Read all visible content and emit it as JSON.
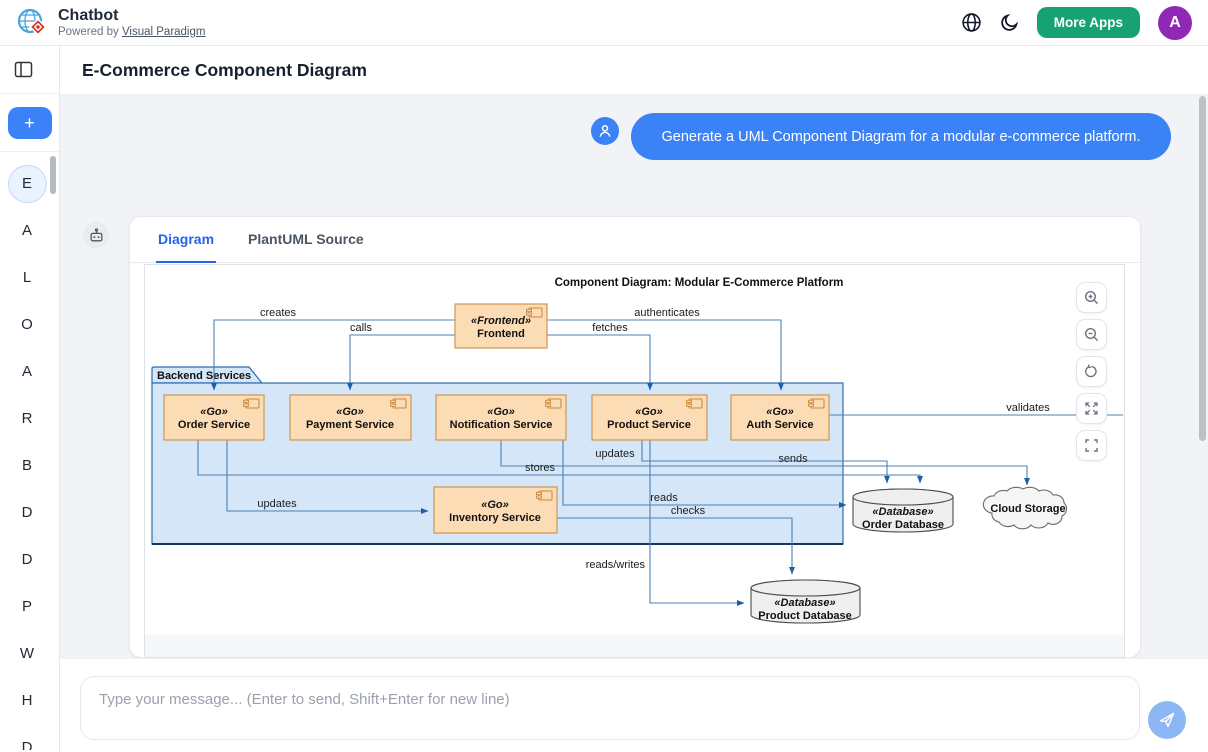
{
  "header": {
    "app_title": "Chatbot",
    "powered_by": "Powered by ",
    "powered_by_link": "Visual Paradigm",
    "more_apps_label": "More Apps",
    "avatar_initial": "A"
  },
  "page_title": "E-Commerce Component Diagram",
  "sidebar": {
    "new_chat_label": "+",
    "items": [
      {
        "label": "E",
        "active": true
      },
      {
        "label": "A"
      },
      {
        "label": "L"
      },
      {
        "label": "O"
      },
      {
        "label": "A"
      },
      {
        "label": "R"
      },
      {
        "label": "B"
      },
      {
        "label": "D"
      },
      {
        "label": "D"
      },
      {
        "label": "P"
      },
      {
        "label": "W"
      },
      {
        "label": "H"
      },
      {
        "label": "D"
      }
    ]
  },
  "chat": {
    "user_message": "Generate a UML Component Diagram for a modular e-commerce platform.",
    "tabs": [
      {
        "label": "Diagram",
        "active": true
      },
      {
        "label": "PlantUML Source",
        "active": false
      }
    ],
    "input_placeholder": "Type your message... (Enter to send, Shift+Enter for new line)"
  },
  "diagram": {
    "title": "Component Diagram: Modular E-Commerce Platform",
    "package_label": "Backend Services",
    "components": [
      {
        "stereotype": "«Frontend»",
        "name": "Frontend"
      },
      {
        "stereotype": "«Go»",
        "name": "Order Service"
      },
      {
        "stereotype": "«Go»",
        "name": "Payment Service"
      },
      {
        "stereotype": "«Go»",
        "name": "Notification Service"
      },
      {
        "stereotype": "«Go»",
        "name": "Product Service"
      },
      {
        "stereotype": "«Go»",
        "name": "Auth Service"
      },
      {
        "stereotype": "«Go»",
        "name": "Inventory Service"
      }
    ],
    "databases": [
      {
        "stereotype": "«Database»",
        "name": "Order Database"
      },
      {
        "stereotype": "«Database»",
        "name": "Product Database"
      }
    ],
    "cloud_label": "Cloud Storage",
    "edges": [
      {
        "label": "creates"
      },
      {
        "label": "calls"
      },
      {
        "label": "authenticates"
      },
      {
        "label": "fetches"
      },
      {
        "label": "validates"
      },
      {
        "label": "updates"
      },
      {
        "label": "sends"
      },
      {
        "label": "stores"
      },
      {
        "label": "updates"
      },
      {
        "label": "reads"
      },
      {
        "label": "checks"
      },
      {
        "label": "reads/writes"
      }
    ]
  },
  "colors": {
    "accent_blue": "#3b82f6",
    "tab_active_blue": "#2563eb",
    "more_apps_green": "#16a272",
    "avatar_purple": "#9127b5",
    "component_fill": "#fcdcb4",
    "component_border": "#cf9552",
    "package_fill": "#d4e6f8",
    "package_border": "#2e6bad",
    "edge_line": "#4c80b4"
  }
}
